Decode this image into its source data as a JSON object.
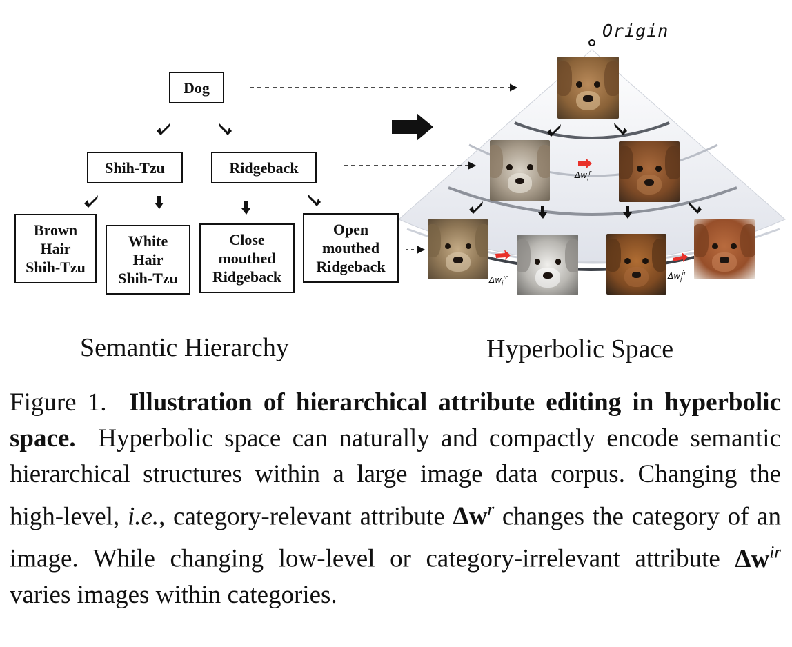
{
  "hierarchy": {
    "root": "Dog",
    "level1": [
      "Shih-Tzu",
      "Ridgeback"
    ],
    "level2": [
      "Brown\nHair\nShih-Tzu",
      "White\nHair\nShih-Tzu",
      "Close\nmouthed\nRidgeback",
      "Open\nmouthed\nRidgeback"
    ]
  },
  "space": {
    "origin_label": "Origin",
    "relevant_label_base": "Δw",
    "relevant_sub": "i",
    "relevant_sup": "r",
    "irrelevant_label_1_base": "Δw",
    "irrelevant_label_1_sub": "i",
    "irrelevant_label_1_sup": "ir",
    "irrelevant_label_2_base": "Δw",
    "irrelevant_label_2_sub": "j",
    "irrelevant_label_2_sup": "ir"
  },
  "section_titles": {
    "left": "Semantic Hierarchy",
    "right": "Hyperbolic Space"
  },
  "caption": {
    "label": "Figure 1.",
    "title": "Illustration of hierarchical attribute editing in hyperbolic space.",
    "text_1": "Hyperbolic space can naturally and compactly encode semantic hierarchical structures within a large image data corpus. Changing the high-level,",
    "ie": "i.e.",
    "text_2": ", category-relevant attribute",
    "math_r_base": "Δw",
    "math_r_sup": "r",
    "text_3": "changes the category of an image. While changing low-level or category-irrelevant attribute",
    "math_ir_base": "Δw",
    "math_ir_sup": "ir",
    "text_4": "varies images within categories."
  },
  "colors": {
    "ink": "#111111",
    "edit_arrow": "#e8312a",
    "space_fill": "#e9ebf1",
    "arc": "#5a5e66"
  }
}
